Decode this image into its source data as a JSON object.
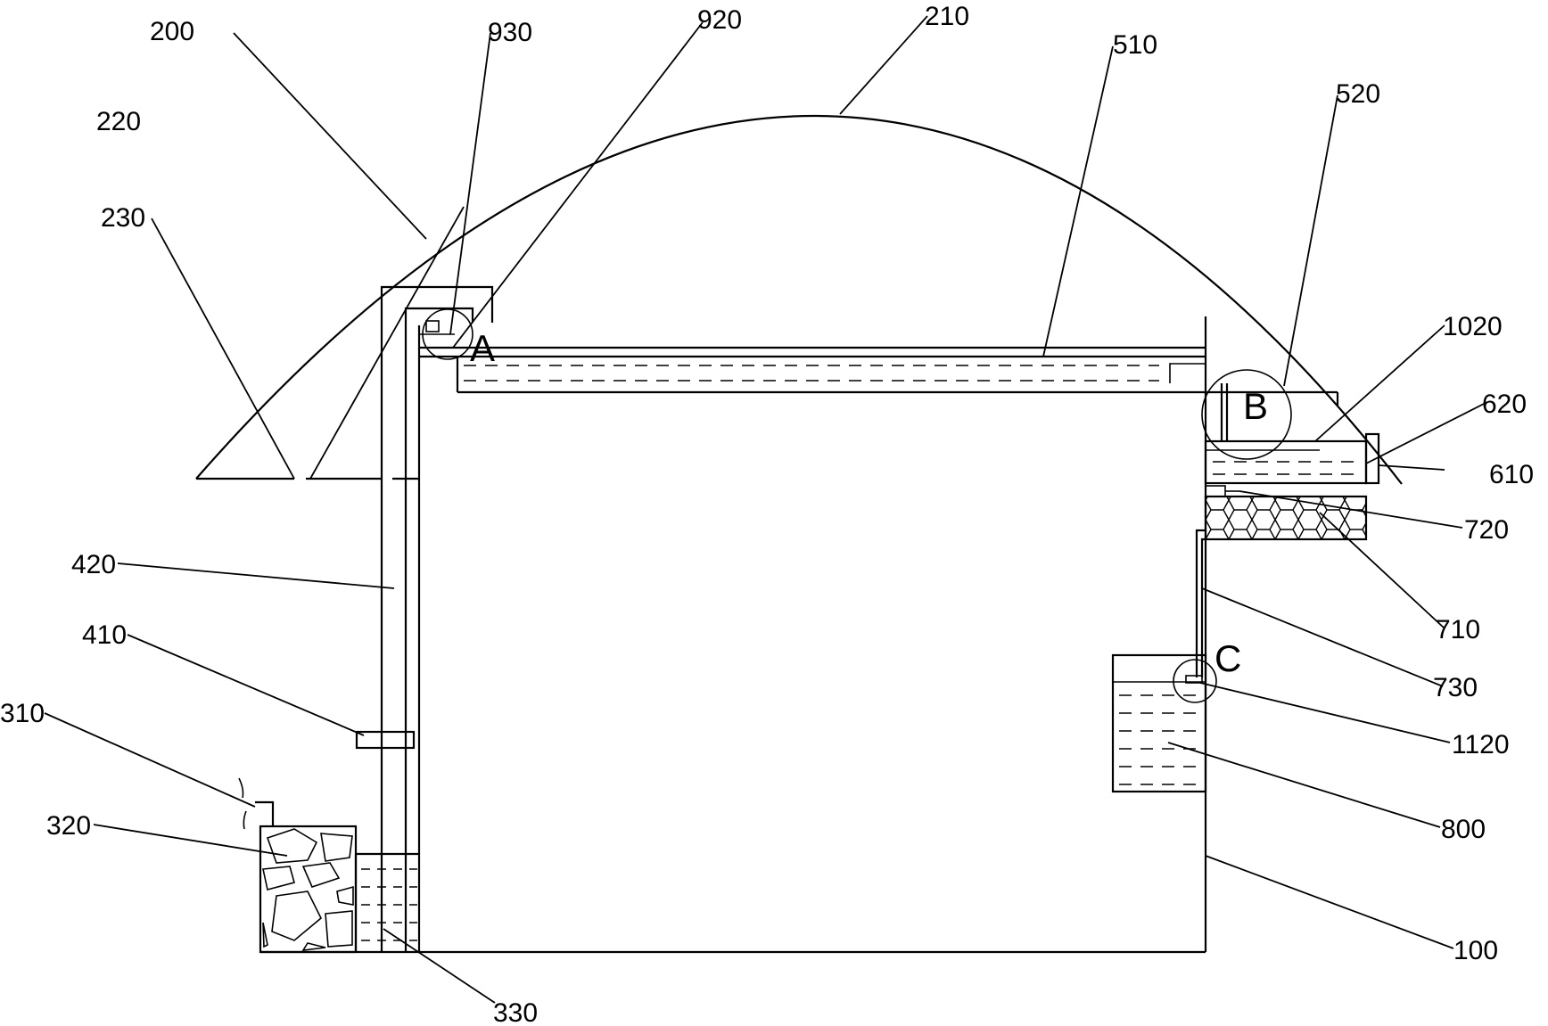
{
  "diagram": {
    "parts": [
      {
        "id": "part-100",
        "label": "100"
      },
      {
        "id": "part-200",
        "label": "200"
      },
      {
        "id": "part-210",
        "label": "210"
      },
      {
        "id": "part-220",
        "label": "220"
      },
      {
        "id": "part-230",
        "label": "230"
      },
      {
        "id": "part-310",
        "label": "310"
      },
      {
        "id": "part-320",
        "label": "320"
      },
      {
        "id": "part-330",
        "label": "330"
      },
      {
        "id": "part-410",
        "label": "410"
      },
      {
        "id": "part-420",
        "label": "420"
      },
      {
        "id": "part-510",
        "label": "510"
      },
      {
        "id": "part-520",
        "label": "520"
      },
      {
        "id": "part-610",
        "label": "610"
      },
      {
        "id": "part-620",
        "label": "620"
      },
      {
        "id": "part-710",
        "label": "710"
      },
      {
        "id": "part-720",
        "label": "720"
      },
      {
        "id": "part-730",
        "label": "730"
      },
      {
        "id": "part-800",
        "label": "800"
      },
      {
        "id": "part-920",
        "label": "920"
      },
      {
        "id": "part-930",
        "label": "930"
      },
      {
        "id": "part-1020",
        "label": "1020"
      },
      {
        "id": "part-1120",
        "label": "1120"
      }
    ],
    "detail_markers": [
      {
        "id": "detail-a",
        "label": "A"
      },
      {
        "id": "detail-b",
        "label": "B"
      },
      {
        "id": "detail-c",
        "label": "C"
      }
    ]
  }
}
